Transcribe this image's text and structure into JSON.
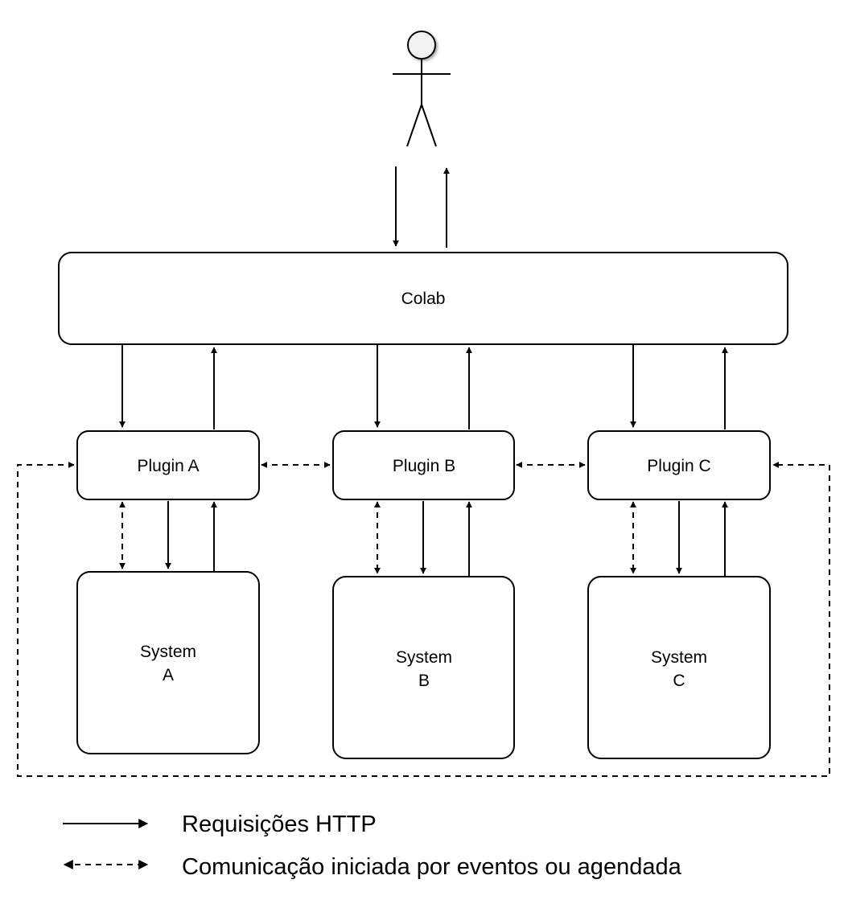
{
  "actor": {
    "icon": "stick-figure-user-icon"
  },
  "colab": {
    "label": "Colab"
  },
  "plugins": [
    {
      "label": "Plugin A"
    },
    {
      "label": "Plugin B"
    },
    {
      "label": "Plugin C"
    }
  ],
  "systems": [
    {
      "line1": "System",
      "line2": "A"
    },
    {
      "line1": "System",
      "line2": "B"
    },
    {
      "line1": "System",
      "line2": "C"
    }
  ],
  "legend": {
    "http_label": "Requisições HTTP",
    "event_label": "Comunicação iniciada por eventos ou agendada"
  },
  "colors": {
    "stroke": "#000000",
    "fill": "#ffffff",
    "actor_head": "#f2f2f2"
  }
}
